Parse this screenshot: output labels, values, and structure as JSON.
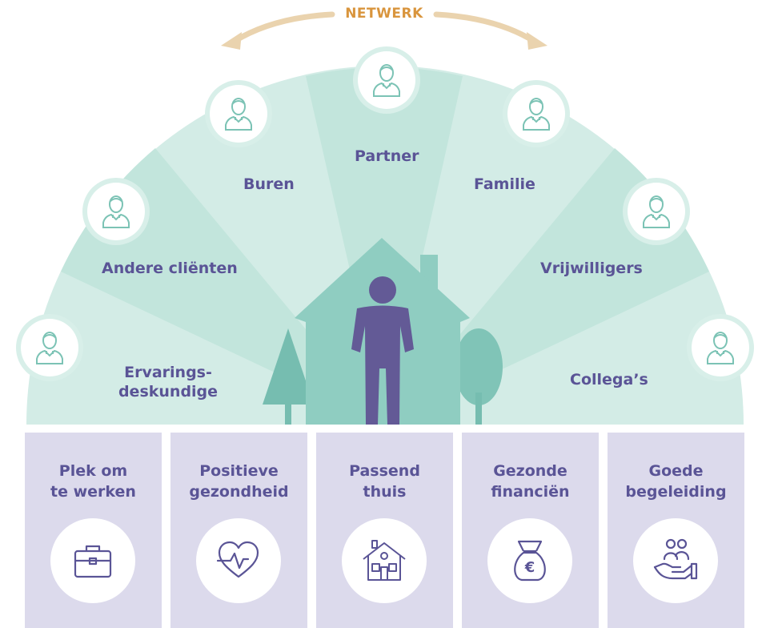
{
  "network": {
    "label": "NETWERK"
  },
  "colors": {
    "fan_light": "#d3ece6",
    "fan_mid": "#bfe3da",
    "house": "#8fcdc1",
    "tree": "#76bdb0",
    "person": "#635a96",
    "text": "#5a5496",
    "arrow": "#ead3ae",
    "card_bg": "#dcdaec"
  },
  "network_members": [
    {
      "label": "Ervarings-\ndeskundige",
      "icon": "person-icon"
    },
    {
      "label": "Andere cliënten",
      "icon": "person-icon"
    },
    {
      "label": "Buren",
      "icon": "person-icon"
    },
    {
      "label": "Partner",
      "icon": "person-icon"
    },
    {
      "label": "Familie",
      "icon": "person-icon"
    },
    {
      "label": "Vrijwilligers",
      "icon": "person-icon"
    },
    {
      "label": "Collega’s",
      "icon": "person-icon"
    }
  ],
  "pillars": [
    {
      "title": "Plek om\nte werken",
      "icon": "briefcase-icon"
    },
    {
      "title": "Positieve\ngezondheid",
      "icon": "heart-pulse-icon"
    },
    {
      "title": "Passend\nthuis",
      "icon": "house-icon"
    },
    {
      "title": "Gezonde\nfinanciën",
      "icon": "money-bag-icon"
    },
    {
      "title": "Goede\nbegeleiding",
      "icon": "helping-hand-icon"
    }
  ]
}
